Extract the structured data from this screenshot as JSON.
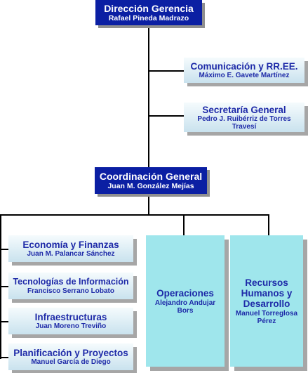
{
  "org": {
    "direccion": {
      "title": "Dirección Gerencia",
      "person": "Rafael Pineda Madrazo"
    },
    "comunicacion": {
      "title": "Comunicación y RR.EE.",
      "person": "Máximo E. Gavete Martínez"
    },
    "secretaria": {
      "title": "Secretaría General",
      "person": "Pedro J. Ruibérriz de Torres Travesí"
    },
    "coordinacion": {
      "title": "Coordinación General",
      "person": "Juan M. González Mejías"
    },
    "economia": {
      "title": "Economía y Finanzas",
      "person": "Juan M. Palancar Sánchez"
    },
    "tecnologias": {
      "title": "Tecnologías de Información",
      "person": "Francisco Serrano Lobato"
    },
    "infraestructuras": {
      "title": "Infraestructuras",
      "person": "Juan Moreno Treviño"
    },
    "planificacion": {
      "title": "Planificación y Proyectos",
      "person": "Manuel García de Diego"
    },
    "operaciones": {
      "title": "Operaciones",
      "person": "Alejandro Andujar Bors"
    },
    "recursos": {
      "title": "Recursos Humanos y Desarrollo",
      "person": "Manuel Torreglosa Pérez"
    }
  },
  "colors": {
    "top_box": "#0b1fa3",
    "department_text": "#1e2aa8",
    "unit_box": "#9fe6ec",
    "connector": "#000000"
  }
}
